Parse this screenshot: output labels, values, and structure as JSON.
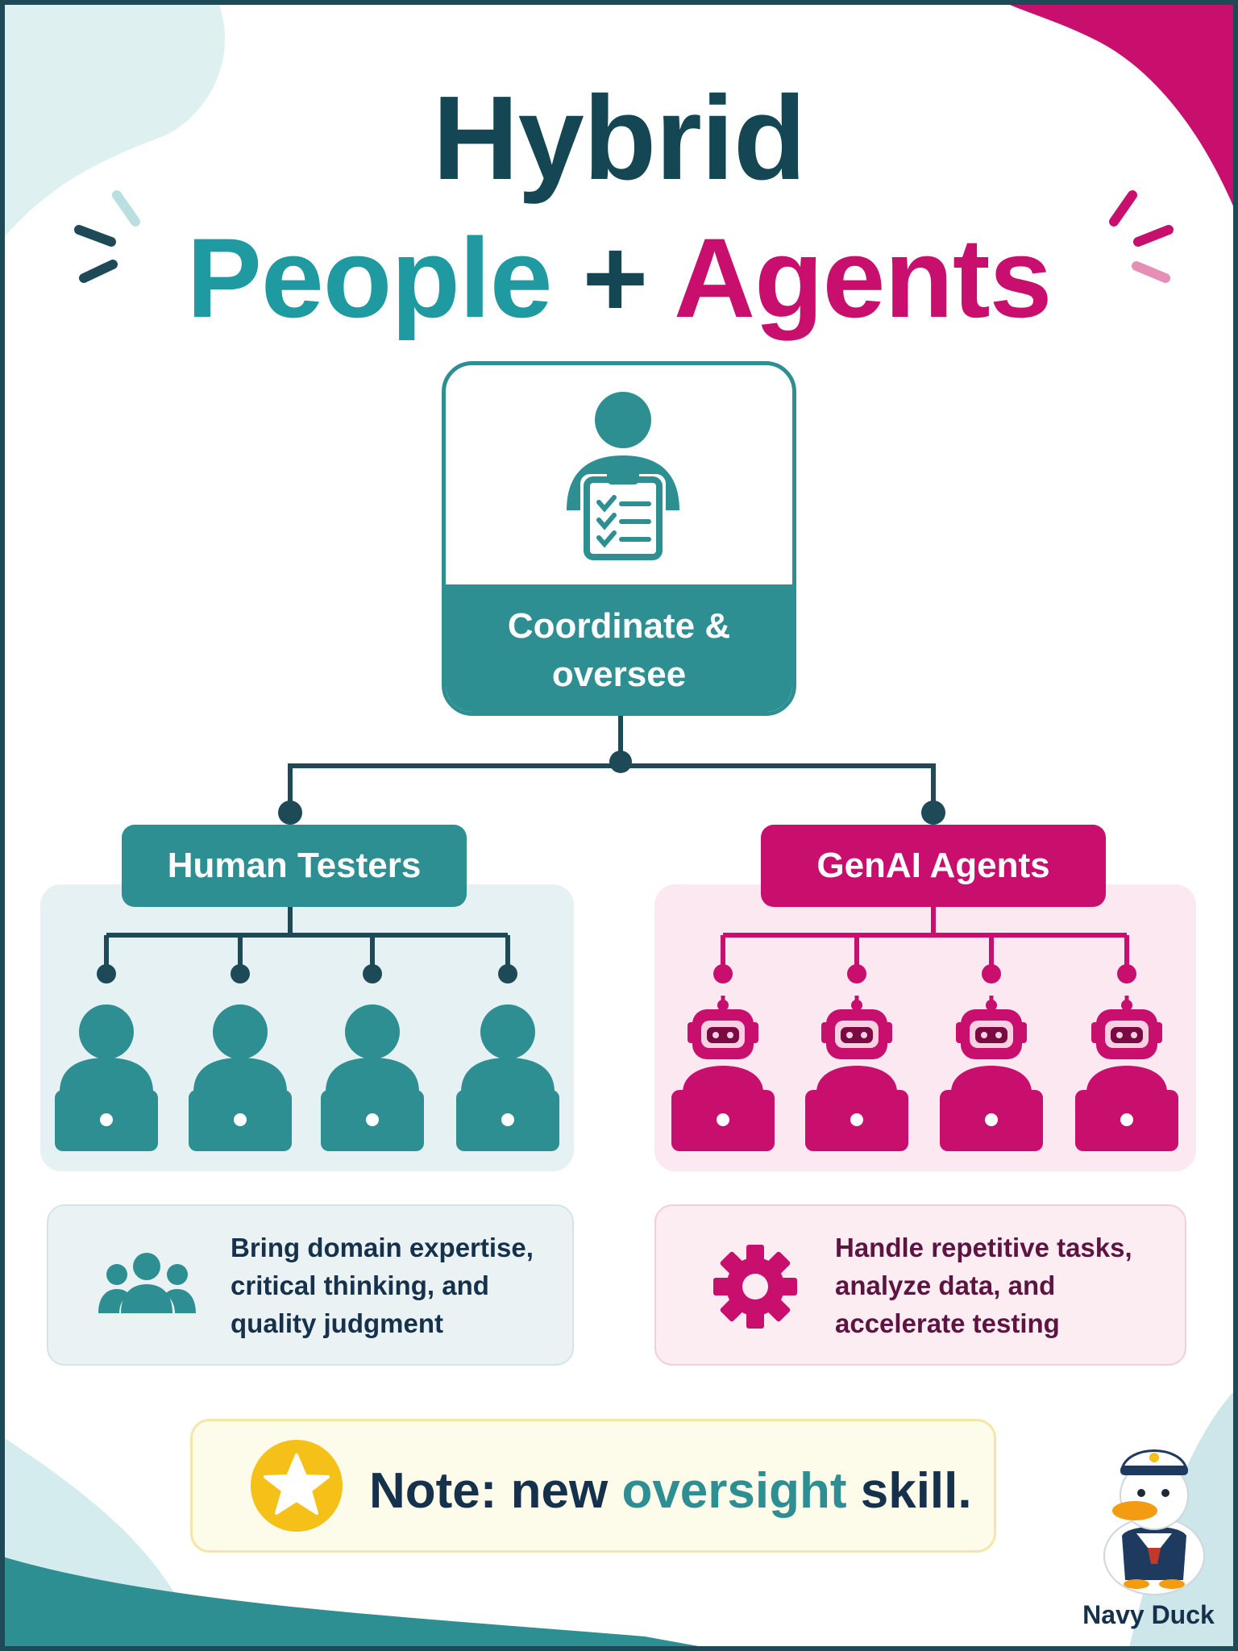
{
  "title": {
    "line1": "Hybrid",
    "people": "People",
    "plus": "+",
    "agents": "Agents"
  },
  "top_node": {
    "label_line1": "Coordinate &",
    "label_line2": "oversee",
    "icon": "clipboard-manager-icon"
  },
  "human_branch": {
    "label": "Human Testers",
    "member_icon": "person-laptop-icon",
    "member_count": 4,
    "description": "Bring domain expertise,\ncritical thinking, and\nquality judgment",
    "description_icon": "group-icon"
  },
  "agent_branch": {
    "label": "GenAI Agents",
    "member_icon": "robot-laptop-icon",
    "member_count": 4,
    "description": "Handle repetitive tasks,\nanalyze data, and\naccelerate testing",
    "description_icon": "gear-icon"
  },
  "note": {
    "prefix": "Note: new ",
    "highlight": "oversight",
    "suffix": " skill.",
    "icon": "star-icon"
  },
  "mascot": {
    "name": "Navy Duck",
    "icon": "sailor-duck-icon"
  },
  "colors": {
    "teal": "#2e8f92",
    "pink": "#c80f6e",
    "navy": "#144654",
    "note_bg": "#fdfbea",
    "star": "#f5c018"
  }
}
